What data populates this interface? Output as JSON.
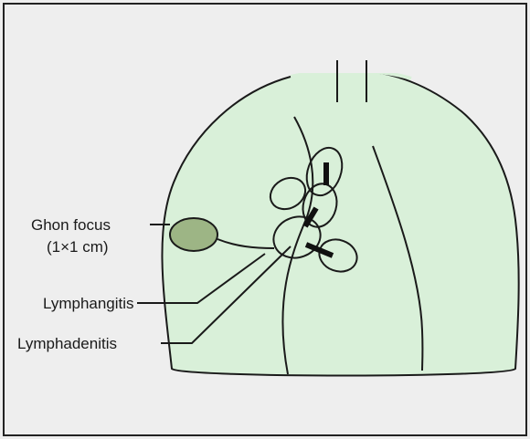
{
  "labels": {
    "ghon_focus": "Ghon focus",
    "ghon_size": "(1×1 cm)",
    "lymphangitis": "Lymphangitis",
    "lymphadenitis": "Lymphadenitis"
  },
  "colors": {
    "background": "#eeeeee",
    "frame": "#222222",
    "lung_fill": "#d9f0d9",
    "ghon_fill": "#9db585",
    "stroke": "#1a1a1a"
  }
}
